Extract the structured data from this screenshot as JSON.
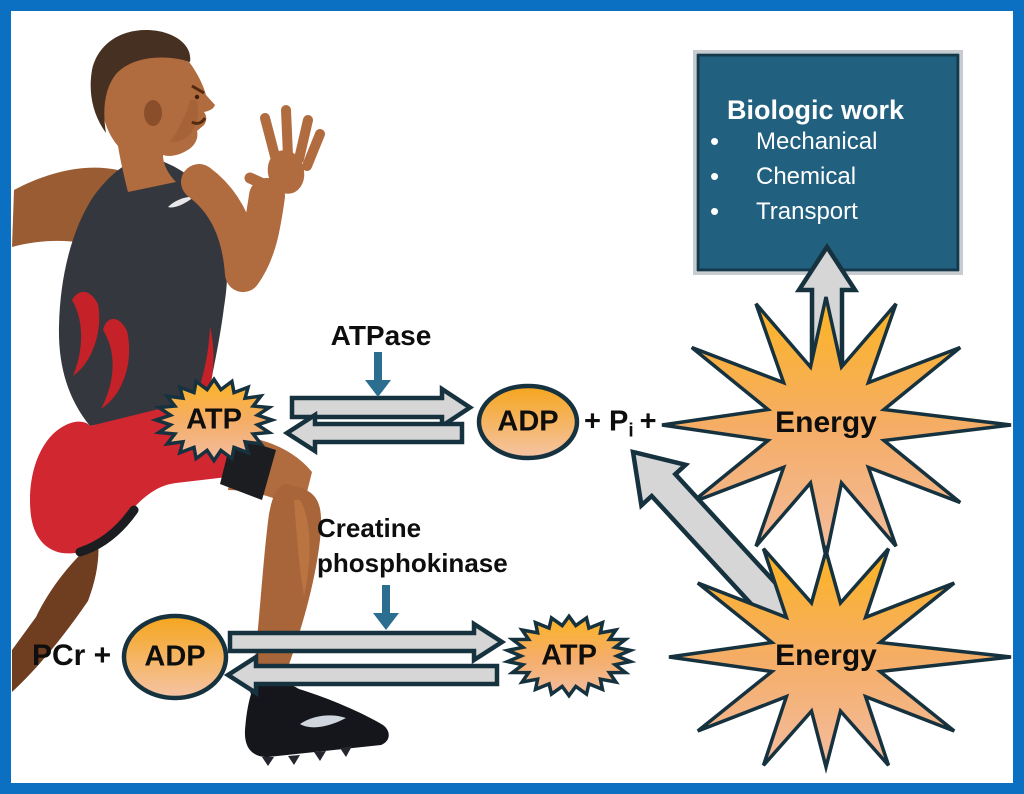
{
  "colors": {
    "frame_border": "#0b70c2",
    "biologic_box_fill": "#21607f",
    "shape_outline": "#16323f",
    "arrow_fill": "#d6d6d6",
    "enzyme_arrow_blue": "#2c6e8f",
    "burst_gradient_top": "#fcb422",
    "burst_gradient_bottom": "#f3bda0"
  },
  "biologic_work_box": {
    "title": "Biologic work",
    "bullet": "•",
    "items": [
      "Mechanical",
      "Chemical",
      "Transport"
    ]
  },
  "atp_reaction": {
    "enzyme": "ATPase",
    "substrate": "ATP",
    "product": "ADP",
    "phosphate_prefix": "+ P",
    "phosphate_subscript": "i",
    "phosphate_suffix": "+"
  },
  "pcr_reaction": {
    "enzyme_line1": "Creatine",
    "enzyme_line2": "phosphokinase",
    "reactant_prefix": "PCr +",
    "substrate": "ADP",
    "product": "ATP"
  },
  "energy": {
    "top_label": "Energy",
    "bottom_label": "Energy"
  }
}
